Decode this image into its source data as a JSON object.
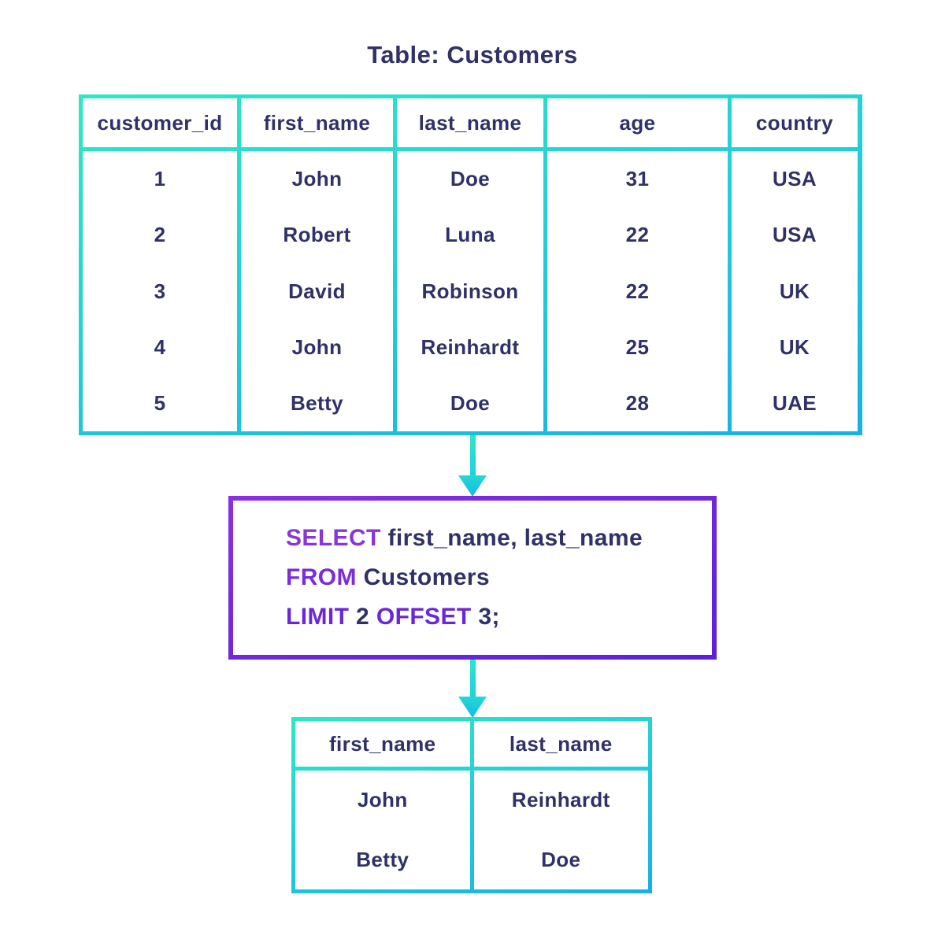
{
  "title": "Table: Customers",
  "main_table": {
    "headers": [
      "customer_id",
      "first_name",
      "last_name",
      "age",
      "country"
    ],
    "rows": [
      [
        "1",
        "John",
        "Doe",
        "31",
        "USA"
      ],
      [
        "2",
        "Robert",
        "Luna",
        "22",
        "USA"
      ],
      [
        "3",
        "David",
        "Robinson",
        "22",
        "UK"
      ],
      [
        "4",
        "John",
        "Reinhardt",
        "25",
        "UK"
      ],
      [
        "5",
        "Betty",
        "Doe",
        "28",
        "UAE"
      ]
    ]
  },
  "query": {
    "lines": [
      {
        "kw1": "SELECT",
        "t1": " first_name, last_name",
        "kw2": "",
        "t2": ""
      },
      {
        "kw1": "FROM",
        "t1": " Customers",
        "kw2": "",
        "t2": ""
      },
      {
        "kw1": "LIMIT",
        "t1": " 2 ",
        "kw2": "OFFSET",
        "t2": " 3;"
      }
    ]
  },
  "result_table": {
    "headers": [
      "first_name",
      "last_name"
    ],
    "rows": [
      [
        "John",
        "Reinhardt"
      ],
      [
        "Betty",
        "Doe"
      ]
    ]
  },
  "icons": {
    "arrow_top": "down-arrow",
    "arrow_bottom": "down-arrow"
  },
  "colors": {
    "text_navy": "#2f3167",
    "table_border_gradient_start": "#2de9c2",
    "table_border_gradient_end": "#13b2e8",
    "query_border_gradient_start": "#8b2fe2",
    "query_border_gradient_end": "#5b20dc",
    "keyword_select": "#8a35d8",
    "keyword_from": "#7b2cdb",
    "keyword_limit_offset": "#6a27da",
    "background": "#ffffff"
  }
}
